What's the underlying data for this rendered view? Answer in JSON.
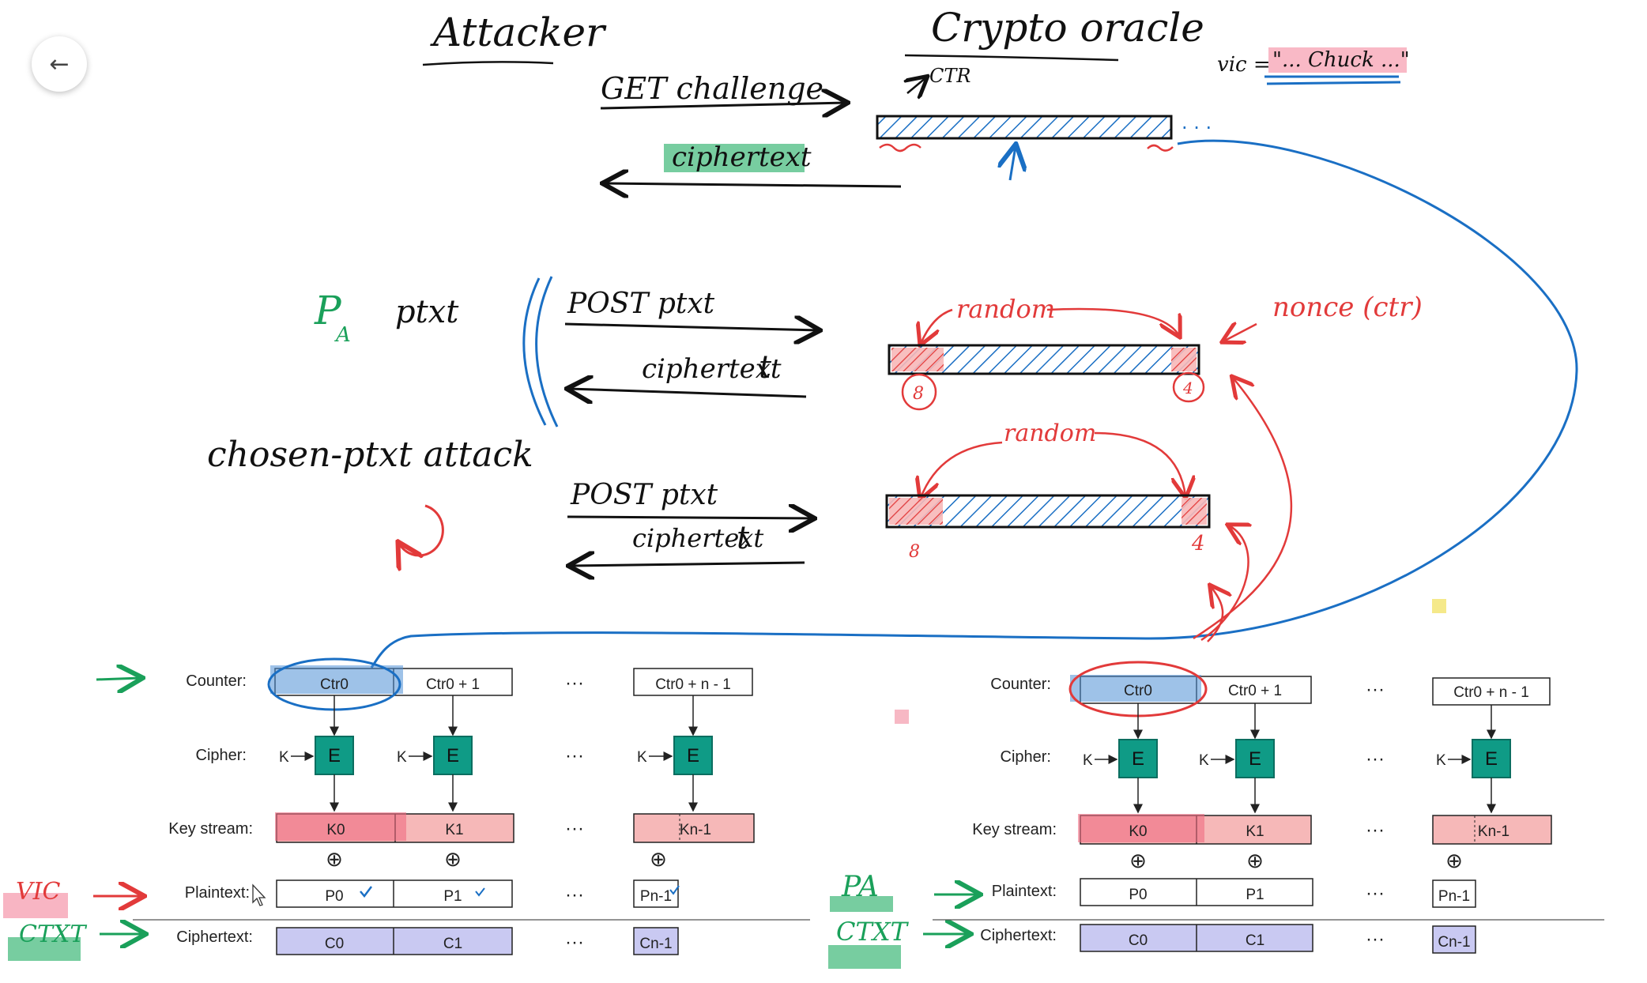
{
  "nav": {
    "back_icon": "←"
  },
  "notes": {
    "attacker": "Attacker",
    "oracle": "Crypto oracle",
    "vic_eq": "vic =",
    "vic_value": "\"... Chuck ...\"",
    "get_challenge": "GET challenge",
    "ctr_label": "CTR",
    "ciphertext_1": "ciphertext",
    "pa": "P",
    "pa_sub": "A",
    "ptxt": "ptxt",
    "post_ptxt_1": "POST ptxt",
    "ciphertext_t_1": "ciphertext",
    "chosen": "chosen-ptxt attack",
    "post_ptxt_2": "POST ptxt",
    "ciphertext_t_2": "ciphertext",
    "random_1": "random",
    "nonce": "nonce (ctr)",
    "n8_a": "8",
    "n4_a": "4",
    "random_2": "random",
    "n8_b": "8",
    "n4_b": "4",
    "vic_tag": "VIC",
    "ctxt_tag_left": "CTXT",
    "pa_tag": "PA",
    "ctxt_tag_right": "CTXT"
  },
  "diagram_left": {
    "row_labels": [
      "Counter:",
      "Cipher:",
      "Key stream:",
      "Plaintext:",
      "Ciphertext:"
    ],
    "counters": [
      "Ctr0",
      "Ctr0 + 1",
      "Ctr0 + n - 1"
    ],
    "cipher_key": "K",
    "cipher_block": "E",
    "keystream": [
      "K0",
      "K1",
      "Kn-1"
    ],
    "plaintext": [
      "P0",
      "P1",
      "Pn-1"
    ],
    "ciphertext": [
      "C0",
      "C1",
      "Cn-1"
    ],
    "ellipsis": "···",
    "xor": "⊕"
  },
  "diagram_right": {
    "row_labels": [
      "Counter:",
      "Cipher:",
      "Key stream:",
      "Plaintext:",
      "Ciphertext:"
    ],
    "counters": [
      "Ctr0",
      "Ctr0 + 1",
      "Ctr0 + n - 1"
    ],
    "cipher_key": "K",
    "cipher_block": "E",
    "keystream": [
      "K0",
      "K1",
      "Kn-1"
    ],
    "plaintext": [
      "P0",
      "P1",
      "Pn-1"
    ],
    "ciphertext": [
      "C0",
      "C1",
      "Cn-1"
    ],
    "ellipsis": "···",
    "xor": "⊕"
  },
  "colors": {
    "ink": "#111111",
    "blue": "#1a6fc4",
    "red": "#e23a3a",
    "green": "#1aa05a",
    "teal": "#0f9b86",
    "keystream_fill": "#f6b8b8",
    "cipher_fill": "#c9c9f2",
    "highlight_pink": "#f7a8b8",
    "highlight_green": "#5fc48f",
    "highlight_blue": "#4f8fd6"
  }
}
